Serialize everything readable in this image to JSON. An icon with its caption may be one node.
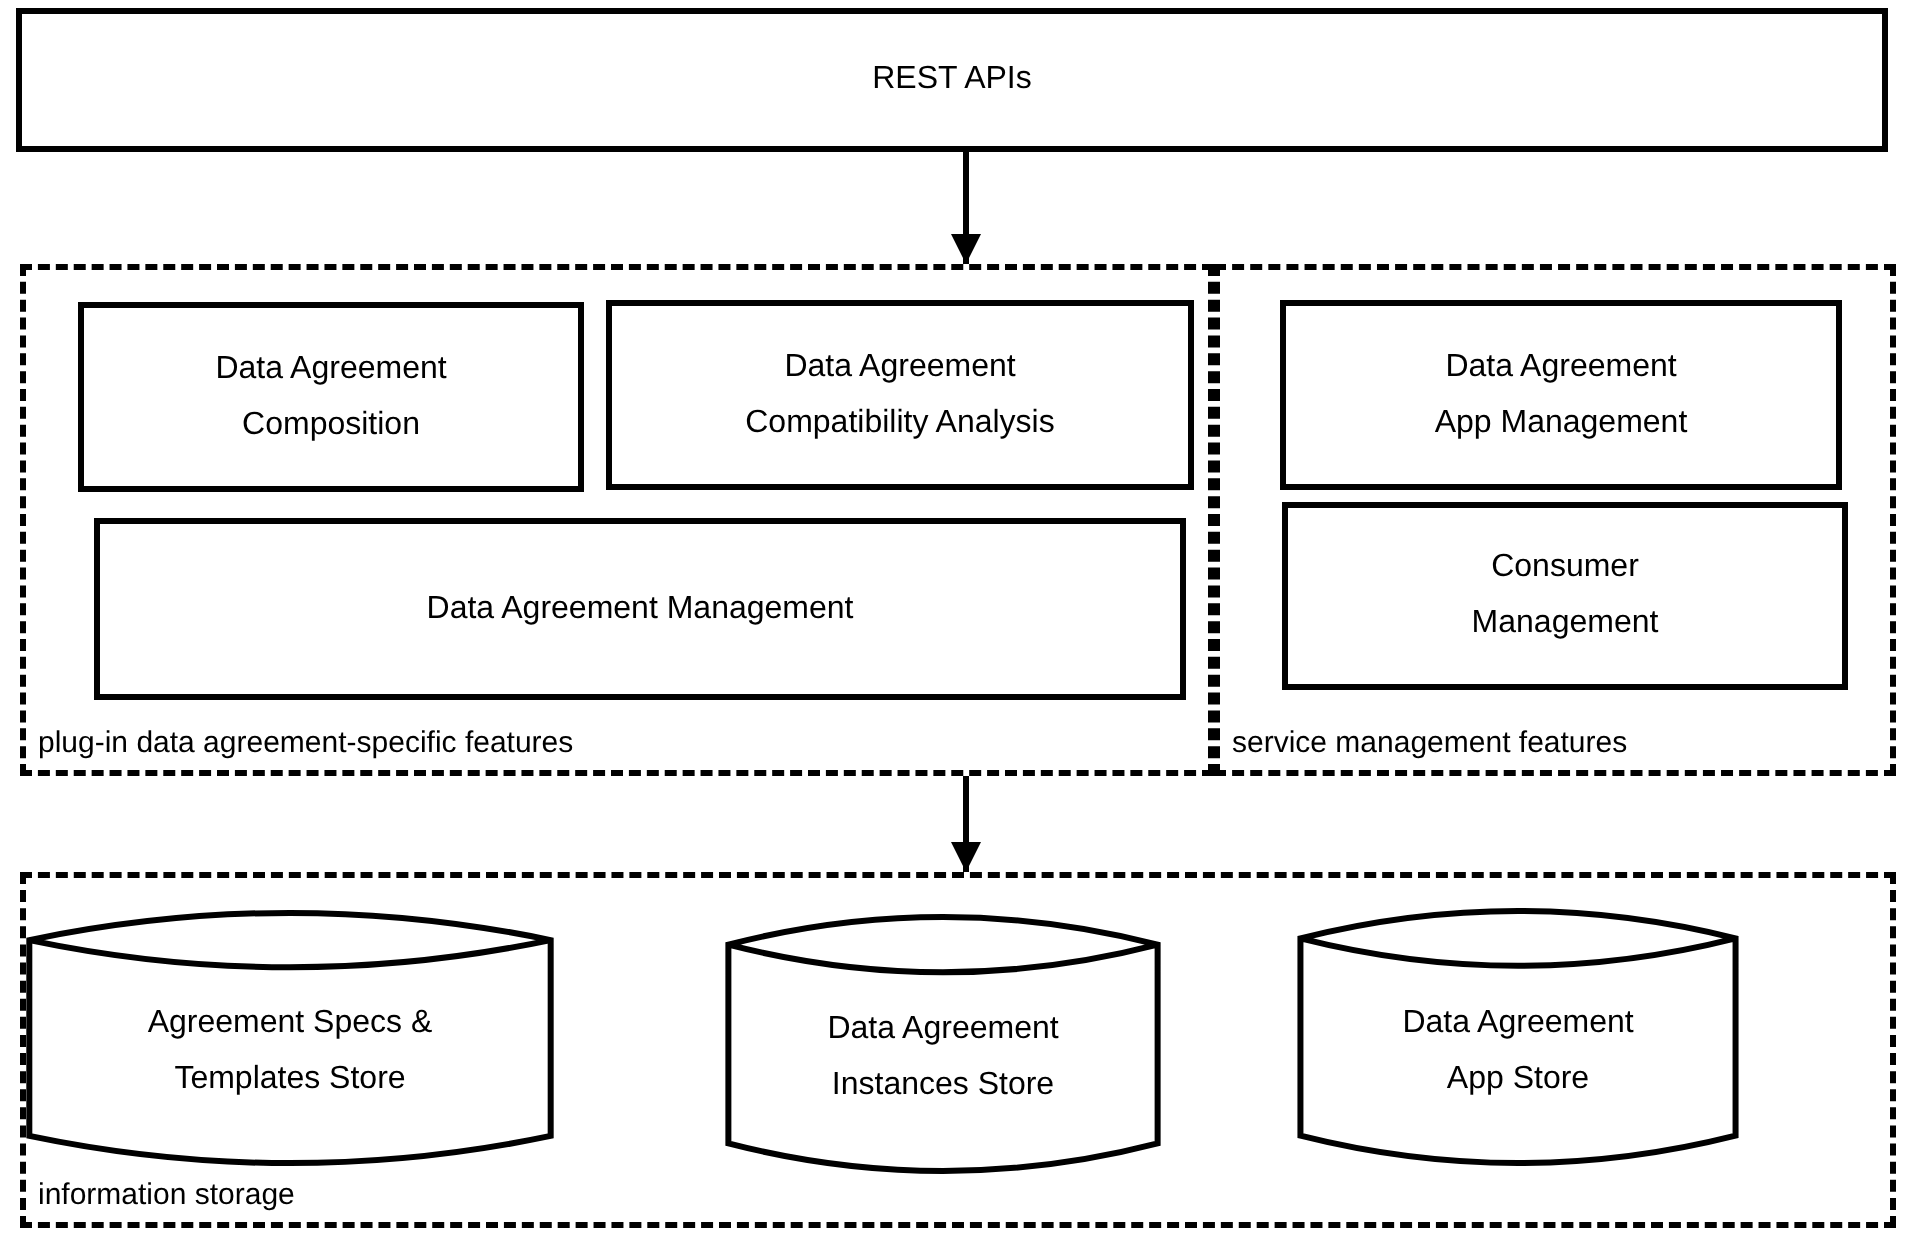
{
  "diagram": {
    "nodes": [
      {
        "text": [
          "REST APIs"
        ]
      },
      {
        "text": [
          "plug-in data agreement-specific features"
        ]
      },
      {
        "text": [
          "Data Agreement Composition"
        ],
        "in": 1
      },
      {
        "text": [
          "Data Agreement Compatibility Analysis"
        ],
        "in": 1
      },
      {
        "text": [
          "Data Agreement Management"
        ],
        "in": 1
      },
      {
        "text": [
          "service management features"
        ]
      },
      {
        "text": [
          "Data Agreement App Management"
        ],
        "in": 5
      },
      {
        "text": [
          "Consumer Management"
        ],
        "in": 5
      },
      {
        "text": [
          "information storage"
        ]
      },
      {
        "text": [
          "Agreement Specs & Templates Store"
        ],
        "in": 8
      },
      {
        "text": [
          "Data Agreement Instances Store"
        ],
        "in": 8
      },
      {
        "text": [
          "Data Agreement App Store"
        ],
        "in": 8
      }
    ],
    "edges": [
      {
        "from": 0,
        "to": 1,
        "arrow": "to"
      },
      {
        "from": 1,
        "to": 8,
        "arrow": "to"
      }
    ]
  }
}
